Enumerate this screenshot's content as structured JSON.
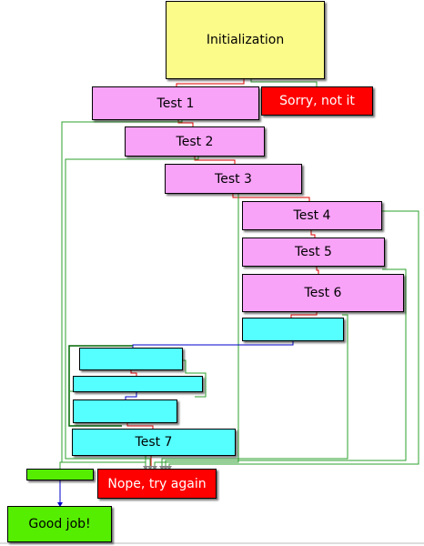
{
  "blocks": {
    "init": "Initialization",
    "test1": "Test 1",
    "sorry": "Sorry, not it",
    "test2": "Test 2",
    "test3": "Test 3",
    "test4": "Test 4",
    "test5": "Test 5",
    "test6": "Test 6",
    "test7": "Test 7",
    "nope": "Nope, try again",
    "good": "Good job!"
  },
  "colors": {
    "test_block": "#f8a2f8",
    "plain_block": "#55ffff",
    "success_block": "#55ee00",
    "failure_block": "#ff0000",
    "entry_block": "#fbfb8a",
    "edge_true": "#2ca02c",
    "edge_false": "#e00000",
    "edge_jump": "#0000cc"
  }
}
